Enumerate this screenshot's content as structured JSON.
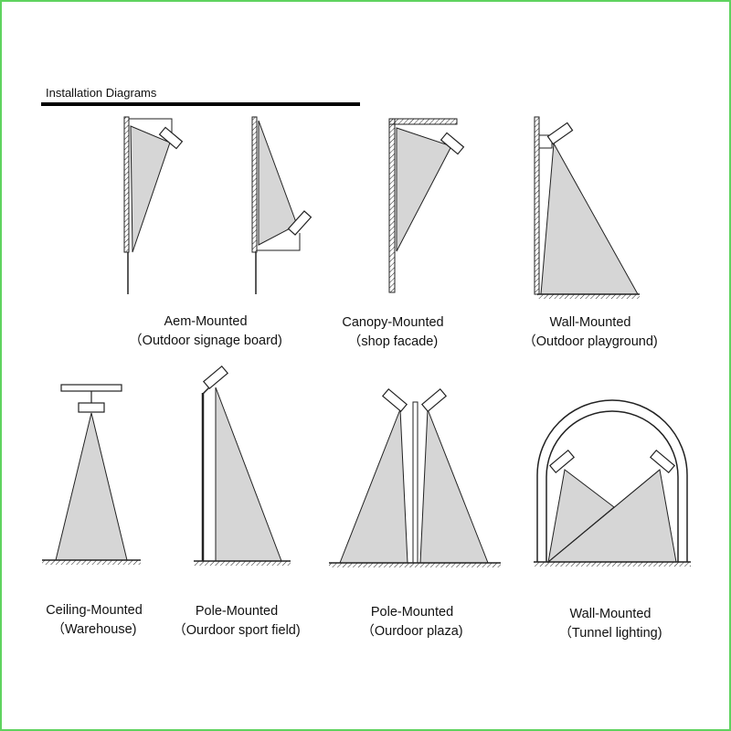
{
  "heading": "Installation Diagrams",
  "colors": {
    "frame": "#5fd35f",
    "beam_fill": "#d6d6d6",
    "line": "#222222"
  },
  "diagrams": [
    {
      "title": "Aem-Mounted",
      "subtitle": "（Outdoor signage board)"
    },
    {
      "title": "Canopy-Mounted",
      "subtitle": "（shop facade)"
    },
    {
      "title": "Wall-Mounted",
      "subtitle": "（Outdoor playground)"
    },
    {
      "title": "Ceiling-Mounted",
      "subtitle": "（Warehouse)"
    },
    {
      "title": "Pole-Mounted",
      "subtitle": "（Ourdoor sport field)"
    },
    {
      "title": "Pole-Mounted",
      "subtitle": "（Ourdoor plaza)"
    },
    {
      "title": "Wall-Mounted",
      "subtitle": "（Tunnel lighting)"
    }
  ]
}
